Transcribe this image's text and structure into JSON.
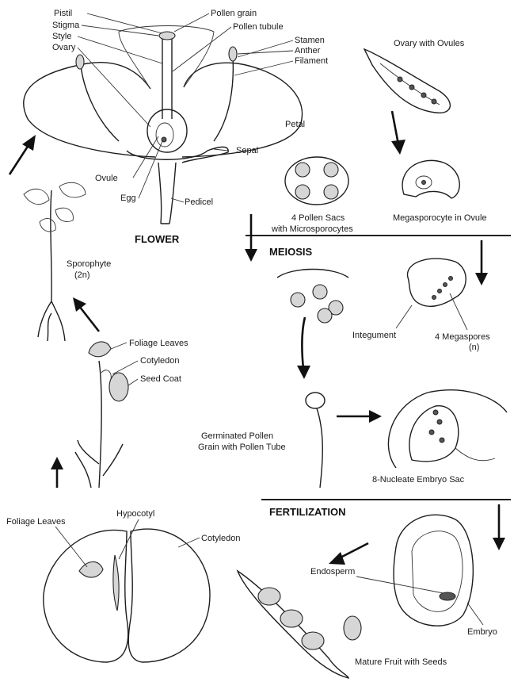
{
  "flower": {
    "title": "FLOWER",
    "labels": {
      "pistil": "Pistil",
      "stigma": "Stigma",
      "style": "Style",
      "ovary": "Ovary",
      "pollen_grain": "Pollen grain",
      "pollen_tubule": "Pollen tubule",
      "stamen": "Stamen",
      "anther": "Anther",
      "filament": "Filament",
      "petal": "Petal",
      "sepal": "Sepal",
      "ovule": "Ovule",
      "egg": "Egg",
      "pedicel": "Pedicel"
    }
  },
  "ovary_ovules": "Ovary with Ovules",
  "pollen_sacs": "4 Pollen Sacs",
  "microsporocytes": "with Microsporocytes",
  "megasporocyte": "Megasporocyte in Ovule",
  "meiosis": "MEIOSIS",
  "integument": "Integument",
  "megaspores": "4 Megaspores",
  "megaspores_ploidy": "(n)",
  "germinated_line1": "Germinated Pollen",
  "germinated_line2": "Grain with Pollen Tube",
  "embryo_sac": "8-Nucleate Embryo Sac",
  "fertilization": "FERTILIZATION",
  "endosperm": "Endosperm",
  "embryo": "Embryo",
  "mature_fruit": "Mature Fruit with Seeds",
  "seed": {
    "foliage_leaves": "Foliage Leaves",
    "hypocotyl": "Hypocotyl",
    "cotyledon": "Cotyledon"
  },
  "seedling": {
    "foliage_leaves": "Foliage Leaves",
    "cotyledon": "Cotyledon",
    "seed_coat": "Seed Coat"
  },
  "sporophyte": "Sporophyte",
  "sporophyte_ploidy": "(2n)"
}
